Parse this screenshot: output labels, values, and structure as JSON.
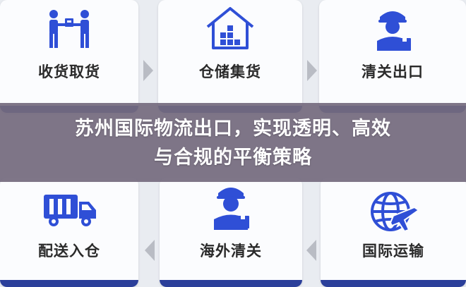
{
  "top_steps": [
    {
      "label": "收货取货",
      "icon": "handover-package-icon"
    },
    {
      "label": "仓储集货",
      "icon": "warehouse-icon"
    },
    {
      "label": "清关出口",
      "icon": "customs-officer-icon"
    }
  ],
  "bottom_steps": [
    {
      "label": "配送入仓",
      "icon": "delivery-truck-icon"
    },
    {
      "label": "海外清关",
      "icon": "customs-officer-icon"
    },
    {
      "label": "国际运输",
      "icon": "globe-airplane-icon"
    }
  ],
  "banner": {
    "line1": "苏州国际物流出口，实现透明、高效",
    "line2": "与合规的平衡策略"
  },
  "colors": {
    "icon_blue": "#2f4fd6",
    "bar_navy": "#2b3f9a",
    "label_text": "#2a2a2a"
  }
}
